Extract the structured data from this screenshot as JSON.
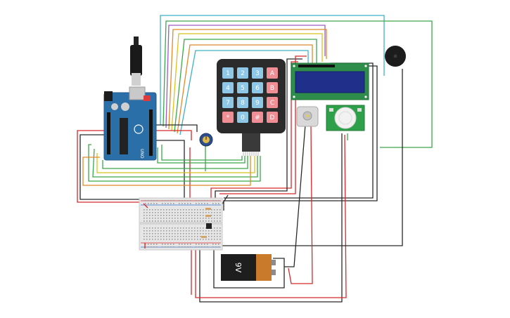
{
  "keypad": {
    "keys": [
      {
        "label": "1",
        "kind": "digit"
      },
      {
        "label": "2",
        "kind": "digit"
      },
      {
        "label": "3",
        "kind": "digit"
      },
      {
        "label": "A",
        "kind": "letter"
      },
      {
        "label": "4",
        "kind": "digit"
      },
      {
        "label": "5",
        "kind": "digit"
      },
      {
        "label": "6",
        "kind": "digit"
      },
      {
        "label": "B",
        "kind": "letter"
      },
      {
        "label": "7",
        "kind": "digit"
      },
      {
        "label": "8",
        "kind": "digit"
      },
      {
        "label": "9",
        "kind": "digit"
      },
      {
        "label": "C",
        "kind": "letter"
      },
      {
        "label": "*",
        "kind": "letter"
      },
      {
        "label": "0",
        "kind": "digit"
      },
      {
        "label": "#",
        "kind": "letter"
      },
      {
        "label": "D",
        "kind": "letter"
      }
    ],
    "colors": {
      "body": "#2b2b2b",
      "digit": "#8fc7e6",
      "letter": "#ef8f95",
      "text": "#ffffff"
    }
  },
  "battery": {
    "label": "9V"
  },
  "arduino": {
    "brand": "UNO",
    "color": "#2a6fa8"
  },
  "lcd": {
    "bezel": "#2e8d4a",
    "screen": "#1f2f8a"
  },
  "pir": {
    "board": "#2ea04a",
    "dome": "#f2f2f2"
  },
  "colors": {
    "red": "#d62a2a",
    "black": "#2a2a2a",
    "green": "#3aa84a",
    "teal": "#3fb0c8",
    "purple": "#9b5cc4",
    "orange": "#e08a2a",
    "yellow": "#d8c21e",
    "breadboard": "#e6e6e6"
  }
}
